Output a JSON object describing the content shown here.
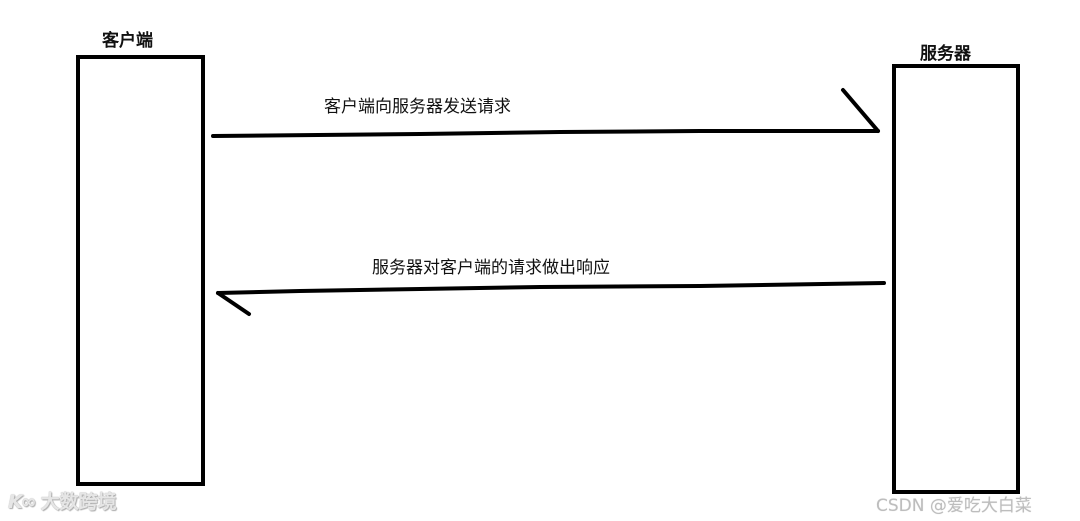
{
  "diagram": {
    "client": {
      "label": "客户端"
    },
    "server": {
      "label": "服务器"
    },
    "messages": [
      {
        "label": "客户端向服务器发送请求",
        "direction": "client-to-server"
      },
      {
        "label": "服务器对客户端的请求做出响应",
        "direction": "server-to-client"
      }
    ]
  },
  "watermarks": {
    "left_logo": "K∞",
    "left_text": "大数跨境",
    "right_text": "CSDN @爱吃大白菜"
  },
  "colors": {
    "line": "#000000",
    "text": "#111111",
    "background": "#ffffff"
  }
}
